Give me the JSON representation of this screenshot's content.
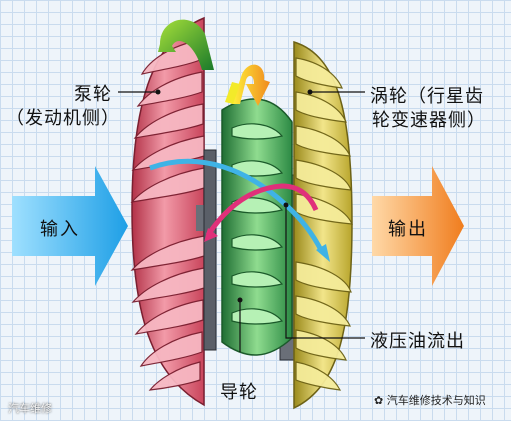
{
  "labels": {
    "pump_line1": "泵轮",
    "pump_line2": "（发动机侧）",
    "turbine_line1": "涡轮（行星齿",
    "turbine_line2": "轮变速器侧）",
    "input": "输入",
    "output": "输出",
    "oil_outflow": "液压油流出",
    "stator": "导轮"
  },
  "watermarks": {
    "left": "汽车维修",
    "right": "汽车维修技术与知识"
  },
  "colors": {
    "pump": "#d8566a",
    "turbine": "#cdbb3a",
    "stator": "#3f9a52",
    "input_arrow": "#22a6e8",
    "output_arrow": "#f28a26",
    "flow_blue": "#3fb3e6",
    "flow_magenta": "#e0307a"
  }
}
